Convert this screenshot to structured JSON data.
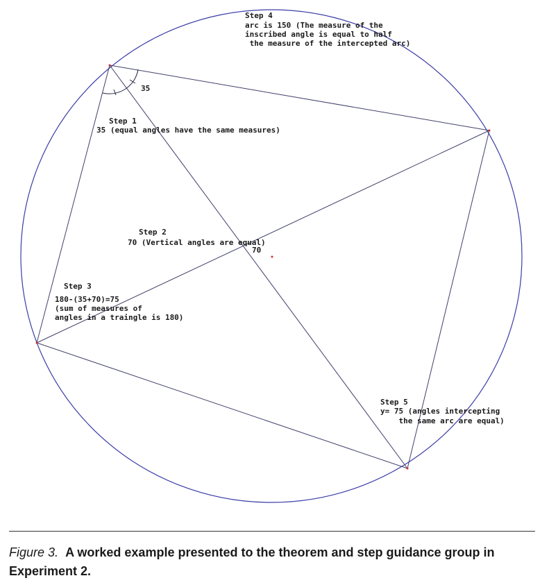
{
  "figure": {
    "angle_label_top": "35",
    "angle_label_center": "70",
    "steps": [
      {
        "id": "step-4",
        "lines": [
          "Step 4",
          "arc is 150 (The measure of the",
          "inscribed angle is equal to half",
          " the measure of the intercepted arc)"
        ]
      },
      {
        "id": "step-1",
        "lines": [
          "Step 1",
          "35 (equal angles have the same measures)"
        ]
      },
      {
        "id": "step-2",
        "lines": [
          "Step 2",
          "70 (Vertical angles are equal)"
        ]
      },
      {
        "id": "step-3",
        "lines": [
          "Step 3",
          "180-(35+70)=75",
          "(sum of measures of",
          "angles in a traingle is 180)"
        ]
      },
      {
        "id": "step-5",
        "lines": [
          "Step 5",
          "y= 75 (angles intercepting",
          "    the same arc are equal)"
        ]
      }
    ]
  },
  "caption": {
    "label": "Figure 3.",
    "text": "A worked example presented to the theorem and step guidance group in Experiment 2."
  }
}
